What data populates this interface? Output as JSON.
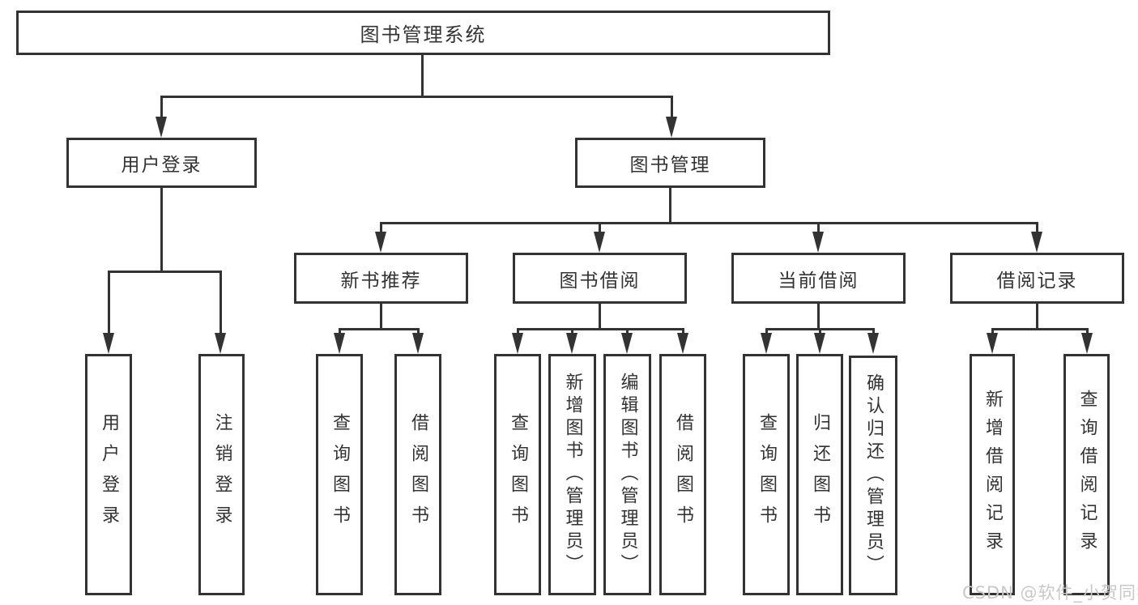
{
  "diagram": {
    "root": {
      "label": "图书管理系统"
    },
    "level2": {
      "user_login": "用户登录",
      "book_management": "图书管理"
    },
    "level3": {
      "new_book_recommend": "新书推荐",
      "book_borrow": "图书借阅",
      "current_borrow": "当前借阅",
      "borrow_records": "借阅记录"
    },
    "level4": {
      "user_login": "用户登录",
      "logout": "注销登录",
      "query_book_recommend": "查询图书",
      "borrow_book_recommend": "借阅图书",
      "query_book_borrow": "查询图书",
      "add_book_admin": "新增图书（管理员）",
      "edit_book_admin": "编辑图书（管理员）",
      "borrow_book_borrow": "借阅图书",
      "query_book_current": "查询图书",
      "return_book": "归还图书",
      "confirm_return_admin": "确认归还（管理员）",
      "add_borrow_record": "新增借阅记录",
      "query_borrow_record": "查询借阅记录"
    }
  },
  "colors": {
    "line": "#333333",
    "box_background": "#ffffff",
    "text": "#333333",
    "watermark": "#c8c8c8"
  },
  "watermark": "CSDN @软件_小贺同学"
}
